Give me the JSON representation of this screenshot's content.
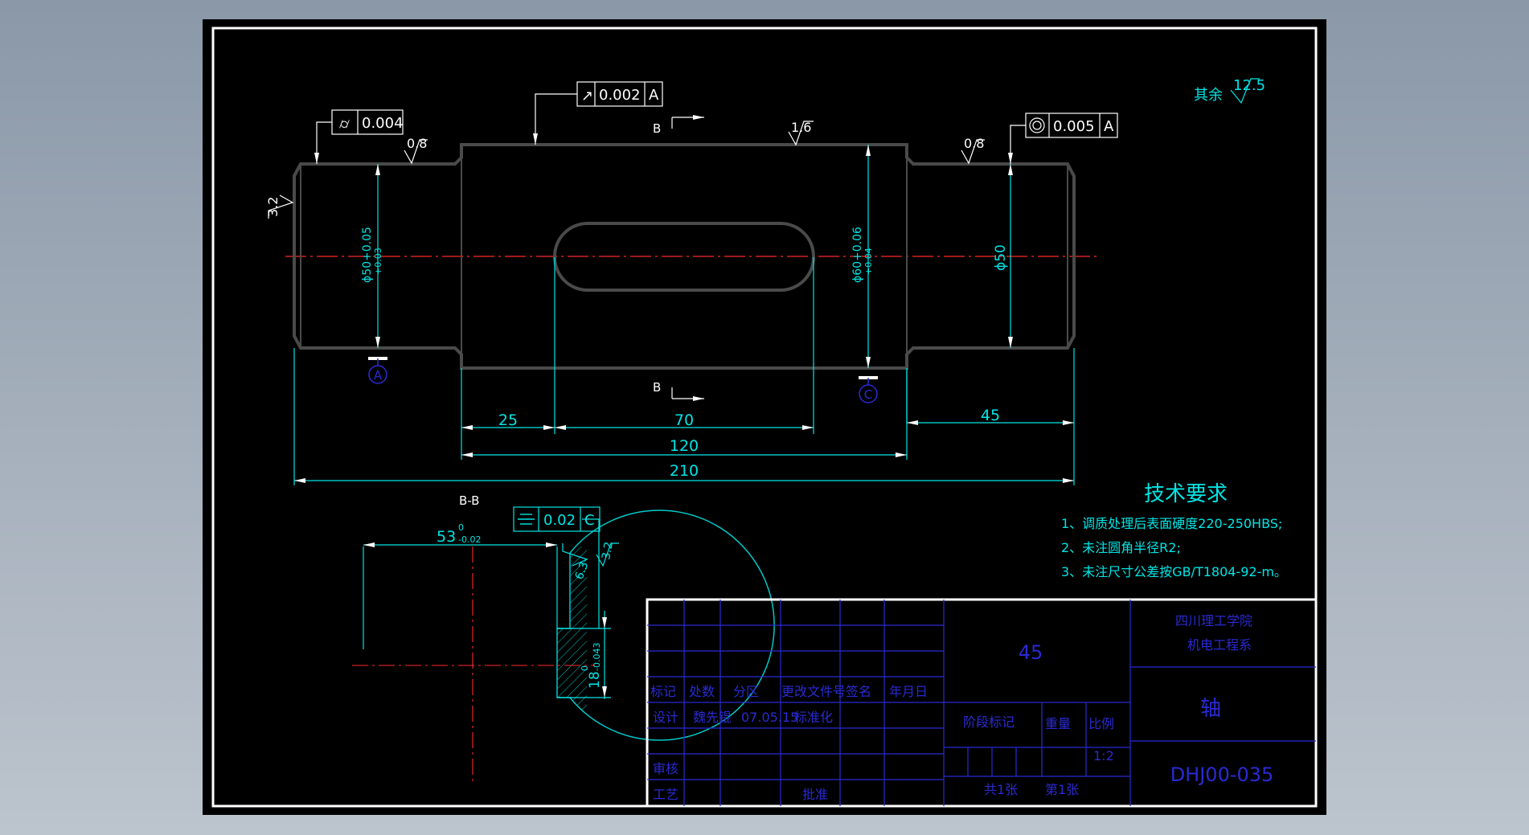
{
  "drawing": {
    "roughness_general": {
      "label": "其余",
      "value": "12.5"
    },
    "section_label_top": "B",
    "section_label_bottom": "B",
    "section_view_title": "B-B",
    "roughness": {
      "shaft_top": "1.6",
      "left_journal": "0.8",
      "right_journal": "0.8",
      "left_end": "3.2",
      "keyway_side": "3.2",
      "keyway_bottom": "6.3"
    },
    "tolerance_frames": {
      "left": {
        "value": "0.004",
        "datum": ""
      },
      "top": {
        "value": "0.002",
        "datum": "A"
      },
      "right": {
        "value": "0.005",
        "datum": "A"
      },
      "section": {
        "value": "0.02",
        "datum": "C"
      }
    },
    "datums": {
      "left": "A",
      "middle": "C"
    },
    "diameters": {
      "left": "ϕ50+0.05",
      "left_lower": "+0.03",
      "middle": "ϕ60+0.06",
      "middle_lower": "+0.04",
      "right": "ϕ50"
    },
    "dimensions": {
      "d25": "25",
      "d70": "70",
      "d120": "120",
      "d210": "210",
      "d45": "45",
      "section_width": "53",
      "section_width_tol_upper": "0",
      "section_width_tol_lower": "-0.02",
      "keyway_width": "18",
      "keyway_width_tol_upper": "0",
      "keyway_width_tol_lower": "-0.043"
    },
    "tech_requirements": {
      "title": "技术要求",
      "items": [
        "1、调质处理后表面硬度220-250HBS;",
        "2、未注圆角半径R2;",
        "3、未注尺寸公差按GB/T1804-92-m。"
      ]
    }
  },
  "title_block": {
    "labels": {
      "mark": "标记",
      "count": "处数",
      "zone": "分区",
      "change_doc": "更改文件号",
      "signature": "签名",
      "date": "年月日",
      "design": "设计",
      "designer": "魏先锟",
      "design_date": "07.05.15",
      "standardize": "标准化",
      "review": "审核",
      "process": "工艺",
      "approve": "批准",
      "stage_mark": "阶段标记",
      "weight": "重量",
      "scale": "比例",
      "scale_value": "1:2",
      "sheets_total": "共1张",
      "sheet_no": "第1张"
    },
    "material": "45",
    "school": "四川理工学院",
    "department": "机电工程系",
    "part_name": "轴",
    "drawing_number": "DHJ00-035"
  },
  "colors": {
    "background_outer": "#9ba6b3",
    "paper": "#000000",
    "frame": "#ffffff",
    "dimension": "#00e5e5",
    "part_outline": "#4a4a4a",
    "centerline": "#ff2a2a",
    "title_block_blue": "#2a2ad4",
    "text_white": "#ffffff"
  }
}
